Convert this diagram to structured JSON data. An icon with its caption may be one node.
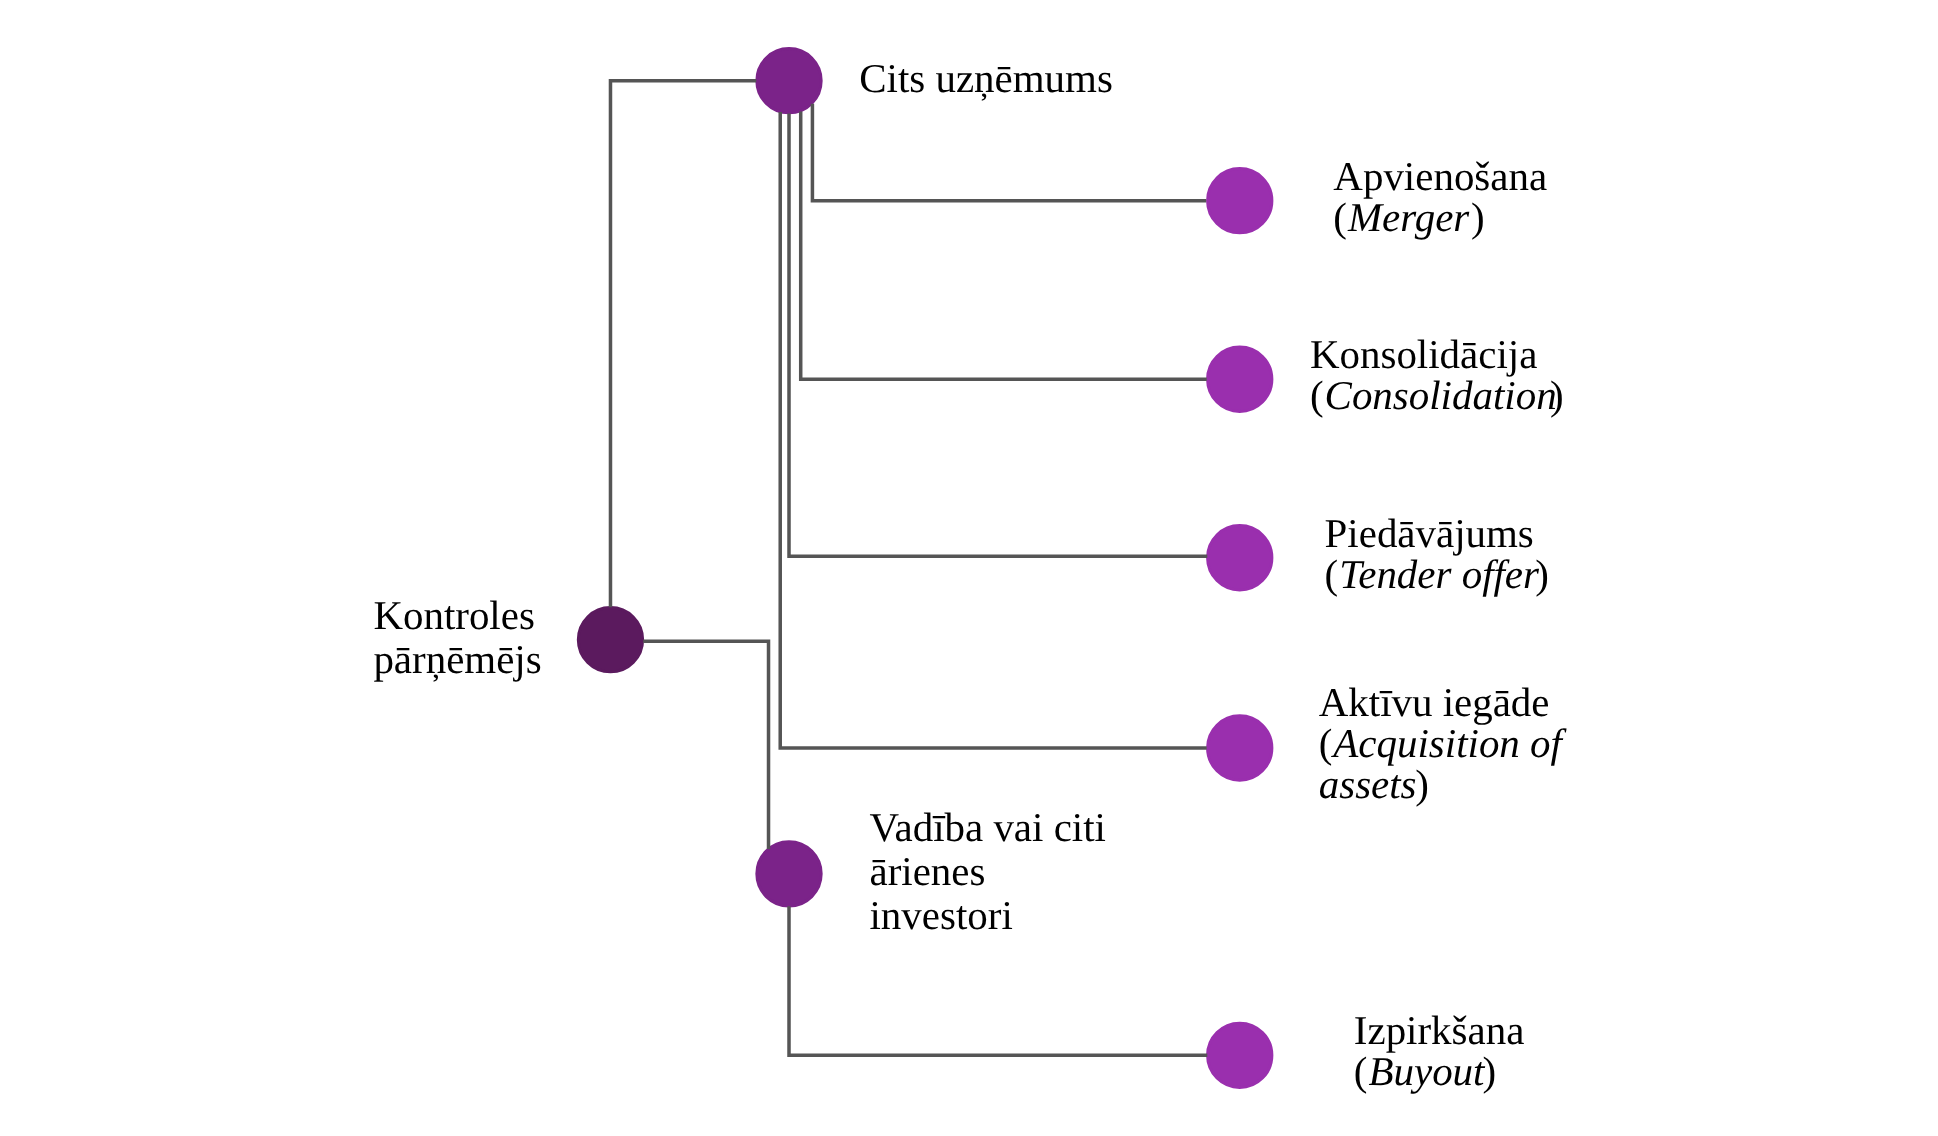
{
  "diagram": {
    "nodes": [
      {
        "text": [],
        "shape": "circle",
        "beside": [
          "Kontroles pārņēmējs"
        ]
      },
      {
        "text": [],
        "shape": "circle",
        "beside": [
          "Cits uzņēmums"
        ]
      },
      {
        "text": [],
        "shape": "circle",
        "beside": [
          "Vadība vai citi ārienes investori"
        ]
      },
      {
        "text": [],
        "shape": "circle",
        "beside": [
          "Apvienošana (*Merger*)"
        ]
      },
      {
        "text": [],
        "shape": "circle",
        "beside": [
          "Konsolidācija (*Consolidation*)"
        ]
      },
      {
        "text": [],
        "shape": "circle",
        "beside": [
          "Piedāvājums (*Tender offer*)"
        ]
      },
      {
        "text": [],
        "shape": "circle",
        "beside": [
          "Aktīvu iegāde (*Acquisition of assets*)"
        ]
      },
      {
        "text": [],
        "shape": "circle",
        "beside": [
          "Izpirkšana (*Buyout*)"
        ]
      }
    ],
    "edges": [
      {
        "from": 0,
        "to": 1,
        "arrow": "none"
      },
      {
        "from": 0,
        "to": 2,
        "arrow": "none"
      },
      {
        "from": 1,
        "to": 3,
        "arrow": "none"
      },
      {
        "from": 1,
        "to": 4,
        "arrow": "none"
      },
      {
        "from": 1,
        "to": 5,
        "arrow": "none"
      },
      {
        "from": 1,
        "to": 6,
        "arrow": "none"
      },
      {
        "from": 2,
        "to": 7,
        "arrow": "none"
      }
    ]
  }
}
